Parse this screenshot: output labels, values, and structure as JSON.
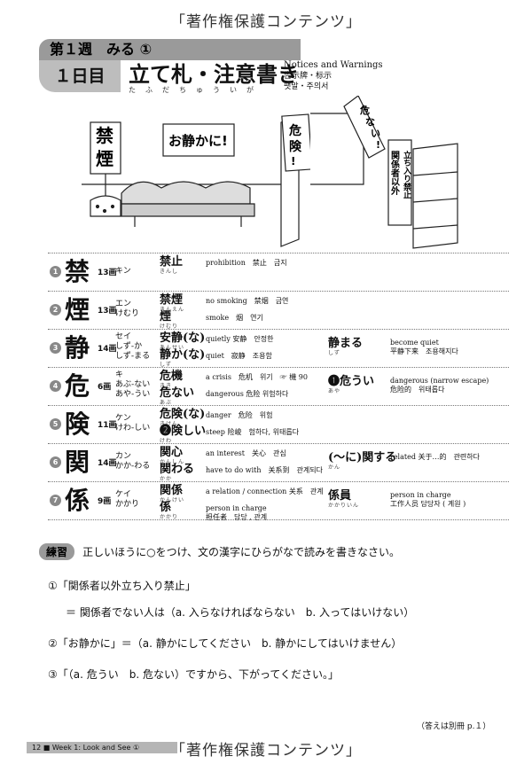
{
  "watermark": "「著作権保護コンテンツ」",
  "header": {
    "week": "第１週　みる ①",
    "day": "１日目",
    "title": "立て札・注意書き",
    "ruby": "たふだちゅういが",
    "trans_en": "Notices and Warnings",
    "trans_zh": "告示牌・标示",
    "trans_ko": "팻말・주의서"
  },
  "illustration": {
    "sign_nosmoking": [
      "禁",
      "煙"
    ],
    "sign_quiet": "お静かに!",
    "sign_danger": [
      "危",
      "険",
      "!"
    ],
    "sign_keepout": [
      "危",
      "な",
      "い",
      "!"
    ],
    "sign_staff": [
      "関係者以外",
      "立ち入り禁止"
    ]
  },
  "kanji": [
    {
      "num": "1",
      "kanji": "禁",
      "strokes": "13画",
      "readings": [
        "キン"
      ],
      "words": [
        {
          "k": "禁止",
          "f": "きんし",
          "m": "prohibition　禁止　금지"
        }
      ]
    },
    {
      "num": "2",
      "kanji": "煙",
      "strokes": "13画",
      "readings": [
        "エン",
        "けむり"
      ],
      "words": [
        {
          "k": "禁煙",
          "f": "きんえん",
          "m": "no smoking　禁烟　금연"
        },
        {
          "k": "煙",
          "f": "けむり",
          "m": "smoke　烟　연기"
        }
      ]
    },
    {
      "num": "3",
      "kanji": "静",
      "strokes": "14画",
      "readings": [
        "セイ",
        "しず-か",
        "しず-まる"
      ],
      "words": [
        {
          "k": "安静(な)",
          "f": "あんせい",
          "m": "quietly 安静　안정한"
        },
        {
          "k": "静か(な)",
          "f": "しず",
          "m": "quiet　寂静　조용함"
        }
      ],
      "extra": {
        "k": "静まる",
        "f": "しず",
        "m": "become quiet\n平静下来　조용해지다"
      }
    },
    {
      "num": "4",
      "kanji": "危",
      "strokes": "6画",
      "readings": [
        "キ",
        "あぶ-ない",
        "あや-うい"
      ],
      "words": [
        {
          "k": "危機",
          "f": "きき",
          "m": "a crisis　危机　위기　☞ 機 90"
        },
        {
          "k": "危ない",
          "f": "あぶ",
          "m": "dangerous 危险 위험하다"
        }
      ],
      "extra": {
        "k": "❶危うい",
        "f": "あや",
        "m": "dangerous (narrow escape)\n危险的　위태롭다"
      }
    },
    {
      "num": "5",
      "kanji": "険",
      "strokes": "11画",
      "readings": [
        "ケン",
        "けわ-しい"
      ],
      "words": [
        {
          "k": "危険(な)",
          "f": "きけん",
          "m": "danger　危险　위험"
        },
        {
          "k": "❷険しい",
          "f": "けわ",
          "m": "steep 险峻　험하다, 위태롭다"
        }
      ]
    },
    {
      "num": "6",
      "kanji": "関",
      "strokes": "14画",
      "readings": [
        "カン",
        "かか-わる"
      ],
      "words": [
        {
          "k": "関心",
          "f": "かんしん",
          "m": "an interest　关心　관심"
        },
        {
          "k": "関わる",
          "f": "かか",
          "m": "have to do with　关系到　관계되다"
        }
      ],
      "extra": {
        "k": "(～に)関する",
        "f": "かん",
        "m": "related 关于…的　관련하다"
      }
    },
    {
      "num": "7",
      "kanji": "係",
      "strokes": "9画",
      "readings": [
        "ケイ",
        "かかり"
      ],
      "words": [
        {
          "k": "関係",
          "f": "かんけい",
          "m": "a relation / connection 关系　관계"
        },
        {
          "k": "係",
          "f": "かかり",
          "m": "person in charge\n担任者　담당 , 관계"
        }
      ],
      "extra": {
        "k": "係員",
        "f": "かかりいん",
        "m": "person in charge\n工作人员 담당자 ( 계원 )"
      }
    }
  ],
  "exercise": {
    "label": "練習",
    "instruction": "正しいほうに○をつけ、文の漢字にひらがなで読みを書きなさい。",
    "q1a": "①「関係者以外立ち入り禁止」",
    "q1b": "＝ 関係者でない人は（a. 入らなければならない　b. 入ってはいけない）",
    "q2": "②「お静かに」＝（a. 静かにしてください　b. 静かにしてはいけません）",
    "q3": "③「（a. 危うい　b. 危ない）ですから、下がってください。」"
  },
  "answer_note": "（答えは別冊 p.１）",
  "footer": "12 ■ Week 1: Look and See ①"
}
